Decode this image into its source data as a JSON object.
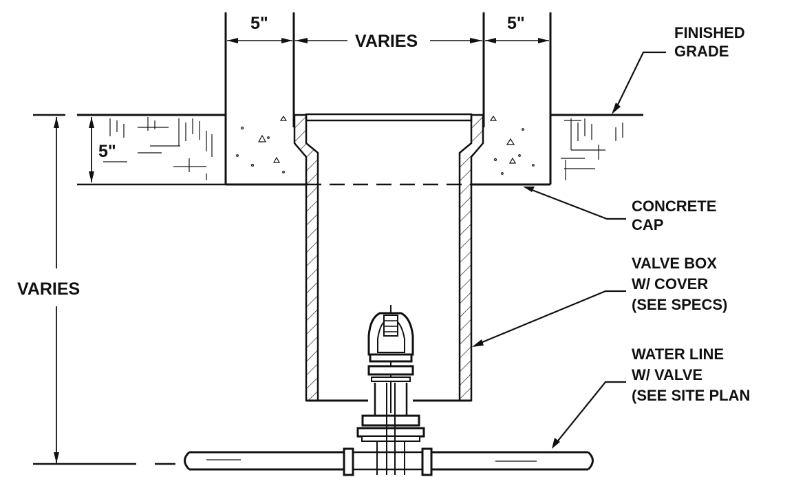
{
  "dimensions": {
    "left_width": "5\"",
    "center_width": "VARIES",
    "right_width": "5\"",
    "cap_depth": "5\"",
    "total_depth": "VARIES"
  },
  "callouts": {
    "finished_grade": [
      "FINISHED",
      "GRADE"
    ],
    "concrete_cap": [
      "CONCRETE",
      "CAP"
    ],
    "valve_box": [
      "VALVE BOX",
      "W/ COVER",
      "(SEE SPECS)"
    ],
    "water_line": [
      "WATER LINE",
      "W/ VALVE",
      "(SEE SITE PLAN"
    ]
  }
}
